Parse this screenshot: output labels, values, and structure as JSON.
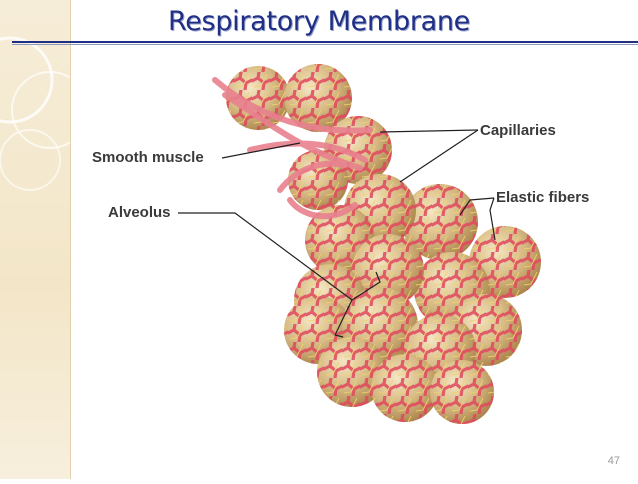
{
  "slide": {
    "title": "Respiratory Membrane",
    "page_number": "47"
  },
  "labels": {
    "capillaries": "Capillaries",
    "smooth_muscle": "Smooth muscle",
    "elastic_fibers": "Elastic fibers",
    "alveolus": "Alveolus"
  },
  "colors": {
    "title": "#1f2f86",
    "alveolus_fill": "#d9c08c",
    "capillary": "#e0485e",
    "elastic_fiber": "#e6c85a",
    "smooth_muscle": "#e8818f"
  }
}
